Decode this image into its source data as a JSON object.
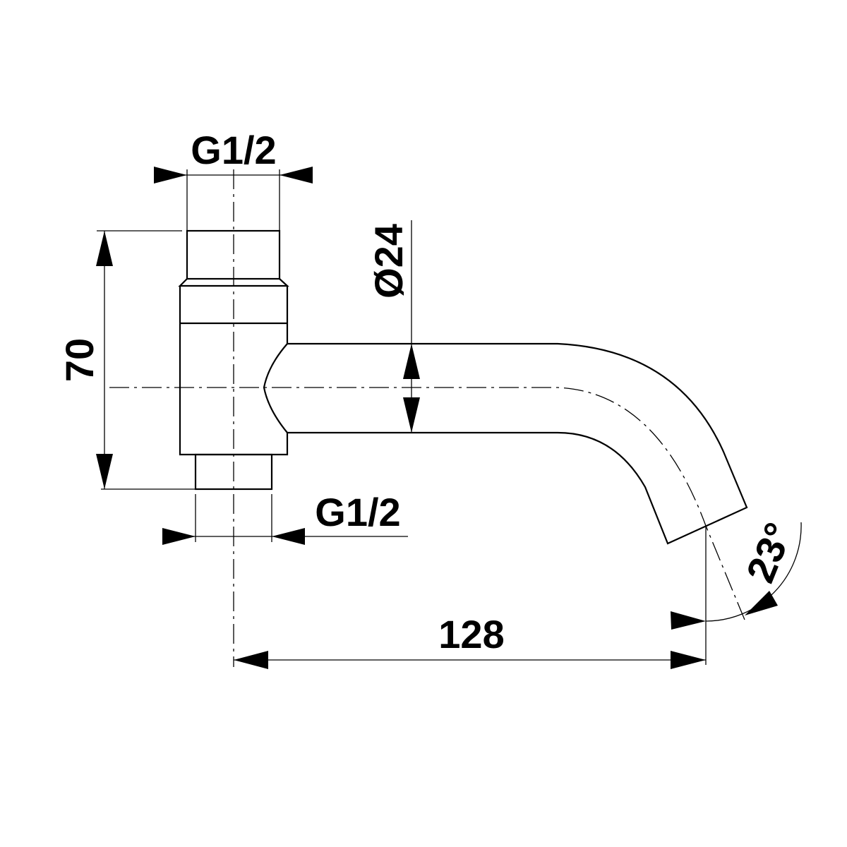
{
  "drawing": {
    "title": "Wall spout technical drawing",
    "dimensions": {
      "inlet_thread_top": "G1/2",
      "inlet_thread_bottom": "G1/2",
      "height": "70",
      "pipe_diameter": "Ø24",
      "projection": "128",
      "angle": "23°"
    },
    "colors": {
      "line": "#000000",
      "background": "#ffffff"
    }
  }
}
